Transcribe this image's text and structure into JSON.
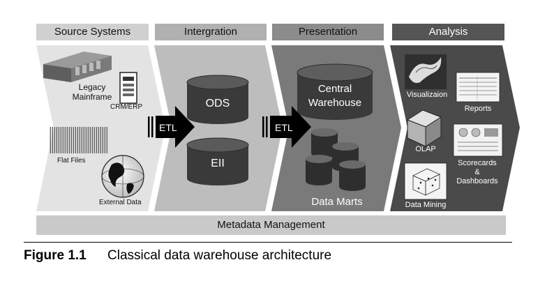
{
  "stages": {
    "source": "Source Systems",
    "integration": "Intergration",
    "presentation": "Presentation",
    "analysis": "Analysis"
  },
  "source_items": {
    "legacy_line1": "Legacy",
    "legacy_line2": "Mainframe",
    "crm": "CRM/ERP",
    "flat": "Flat Files",
    "external": "External Data"
  },
  "etl": "ETL",
  "integration_items": {
    "ods": "ODS",
    "eii": "EII"
  },
  "presentation_items": {
    "central_line1": "Central",
    "central_line2": "Warehouse",
    "marts": "Data Marts"
  },
  "analysis_items": {
    "visualization": "Visualizaion",
    "reports": "Reports",
    "olap": "OLAP",
    "scorecards_line1": "Scorecards",
    "scorecards_line2": "&",
    "scorecards_line3": "Dashboards",
    "mining": "Data Mining"
  },
  "metadata": "Metadata Management",
  "figure": {
    "number": "Figure 1.1",
    "title": "Classical data warehouse architecture"
  },
  "colors": {
    "source_panel": "#e3e3e3",
    "integration_panel": "#bdbdbd",
    "presentation_panel": "#7a7a7a",
    "analysis_panel": "#4a4a4a",
    "cylinder": "#3a3a3a",
    "header_dark": "#555555"
  }
}
